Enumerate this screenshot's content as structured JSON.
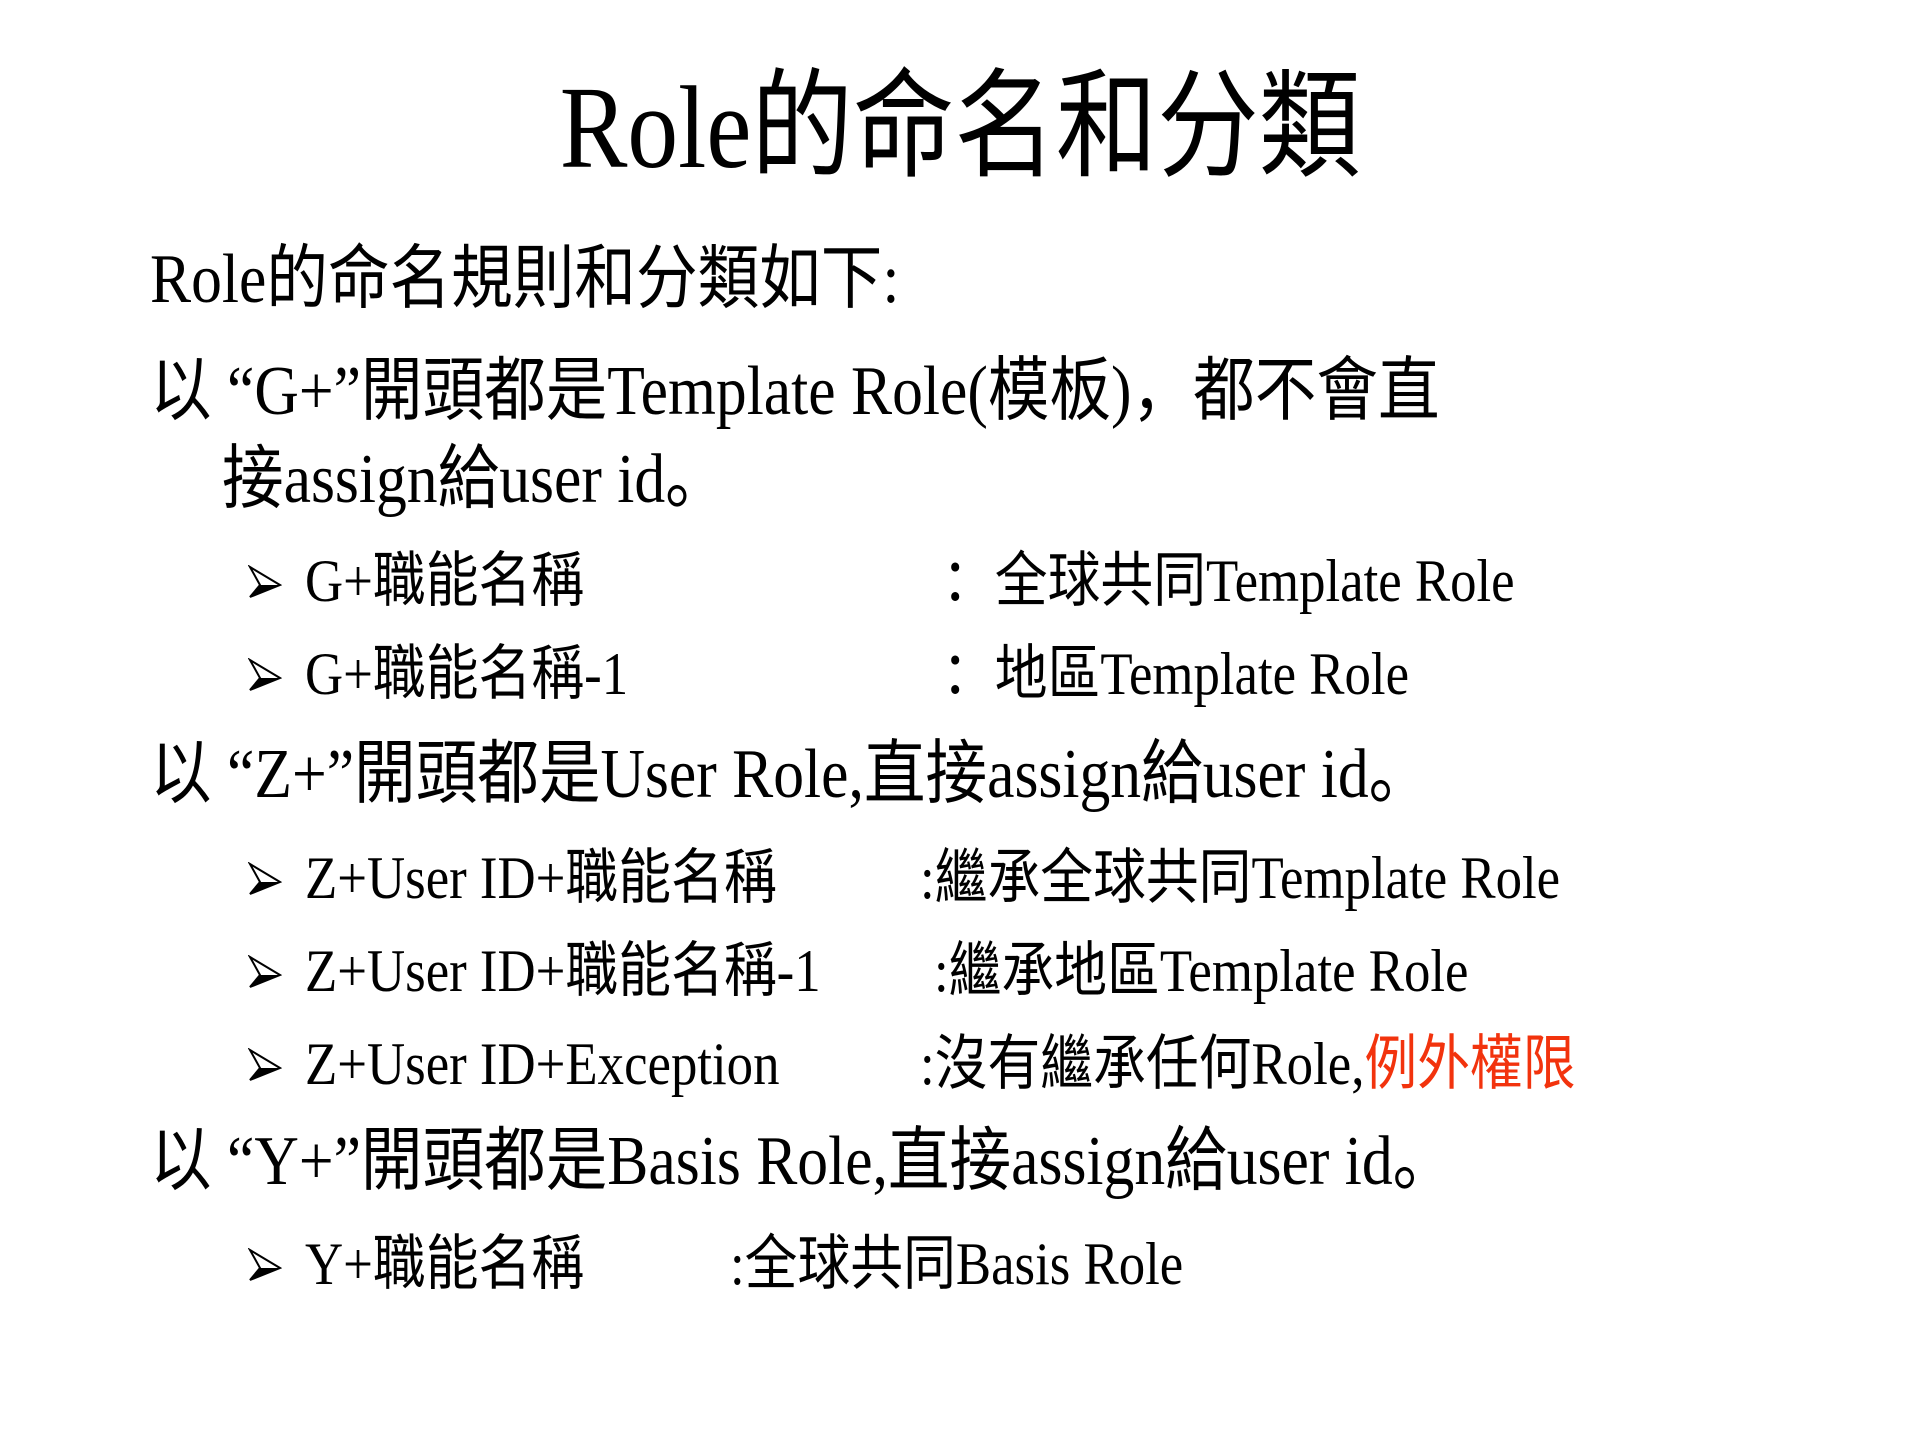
{
  "slide": {
    "title": "Role的命名和分類",
    "intro": "Role的命名規則和分類如下:",
    "sections": [
      {
        "heading_line1": "以 “G+”開頭都是Template Role(模板)，都不會直",
        "heading_line2": "接assign給user id。",
        "items": [
          {
            "name": "G+職能名稱",
            "desc": "：全球共同Template Role"
          },
          {
            "name": "G+職能名稱-1",
            "desc": "：地區Template Role"
          }
        ]
      },
      {
        "heading_line1": "以 “Z+”開頭都是User Role,直接assign給user id。",
        "items": [
          {
            "name": "Z+User ID+職能名稱",
            "desc": ":繼承全球共同Template Role"
          },
          {
            "name": "Z+User ID+職能名稱-1",
            "desc": ":繼承地區Template Role"
          },
          {
            "name": "Z+User ID+Exception",
            "desc": ":沒有繼承任何Role,",
            "desc_highlight": "例外權限"
          }
        ]
      },
      {
        "heading_line1": "以 “Y+”開頭都是Basis Role,直接assign給user id。",
        "items": [
          {
            "name": "Y+職能名稱",
            "desc": ":全球共同Basis Role"
          }
        ]
      }
    ],
    "colors": {
      "text": "#000000",
      "highlight": "#f2330d",
      "background": "#ffffff"
    },
    "bullet_icon": "arrowhead-bullet"
  }
}
